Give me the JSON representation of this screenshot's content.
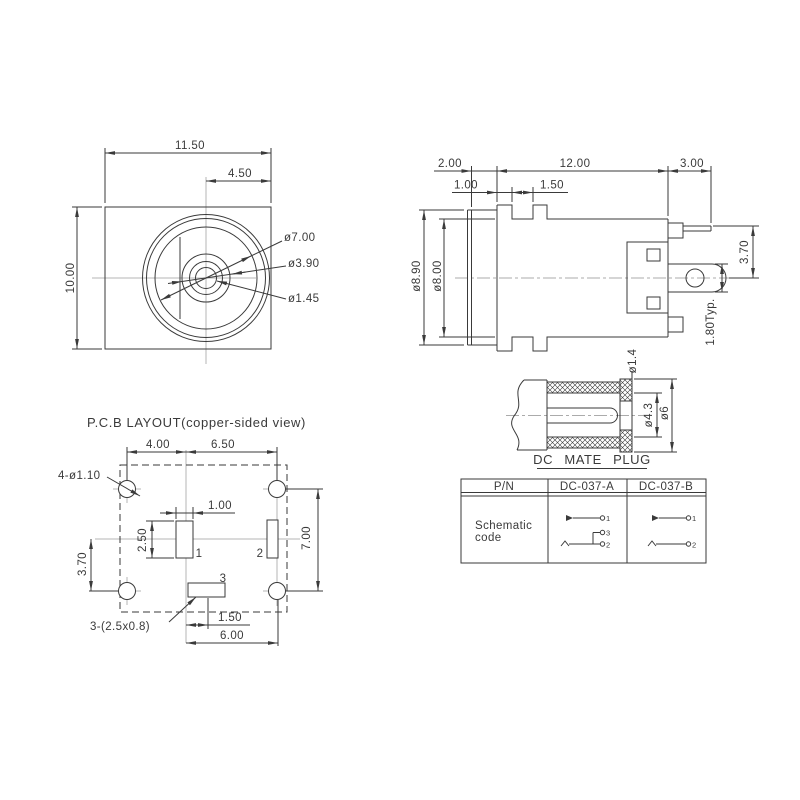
{
  "front_view": {
    "width": "11.50",
    "center_to_edge": "4.50",
    "height": "10.00",
    "dia_outer": "ø7.00",
    "dia_mid": "ø3.90",
    "dia_pin": "ø1.45"
  },
  "side_view": {
    "flange_depth": "2.00",
    "body_length": "12.00",
    "terminal_length": "3.00",
    "tab_width": "1.00",
    "tab_gap": "1.50",
    "dia_flange": "ø8.90",
    "dia_body": "ø8.00",
    "pin_offset": "3.70",
    "terminal_width": "1.80Typ."
  },
  "mate_plug": {
    "title": "DC MATE PLUG",
    "dia_pin": "ø1.4",
    "dia_inner": "ø4.3",
    "dia_outer": "ø6"
  },
  "pcb_layout": {
    "title": "P.C.B LAYOUT(copper-sided view)",
    "holes_note": "4-ø1.10",
    "dim_left_half": "4.00",
    "dim_right_half": "6.50",
    "pad1_width": "1.00",
    "pad1_height": "2.50",
    "dim_row_offset": "3.70",
    "dim_hole_span": "7.00",
    "pads_note": "3-(2.5x0.8)",
    "dim_pad3_offset": "1.50",
    "dim_half_span": "6.00",
    "pad_labels": {
      "pin1": "1",
      "pin2": "2",
      "pin3": "3"
    }
  },
  "table": {
    "headers": [
      "P/N",
      "DC-037-A",
      "DC-037-B"
    ],
    "row_label_line1": "Schematic",
    "row_label_line2": "code",
    "variant_a": {
      "pin1": "1",
      "pin2": "2",
      "pin3": "3"
    },
    "variant_b": {
      "pin1": "1",
      "pin2": "2"
    }
  }
}
